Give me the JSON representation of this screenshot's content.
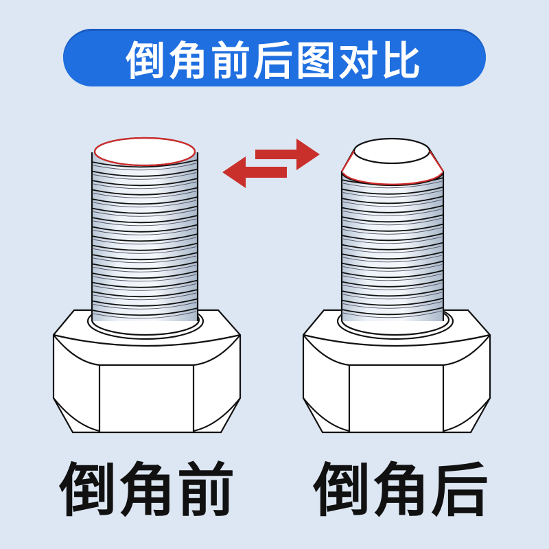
{
  "title": "倒角前后图对比",
  "colors": {
    "background": "#dde7f3",
    "title_pill": "#1f6fe0",
    "accent_red": "#d22a2a",
    "outline": "#111111"
  },
  "bolts": [
    {
      "id": "before",
      "label": "倒角前",
      "chamfered": false
    },
    {
      "id": "after",
      "label": "倒角后",
      "chamfered": true
    }
  ],
  "arrows": {
    "icon": "double-arrow-icon",
    "color": "#c9302c"
  }
}
